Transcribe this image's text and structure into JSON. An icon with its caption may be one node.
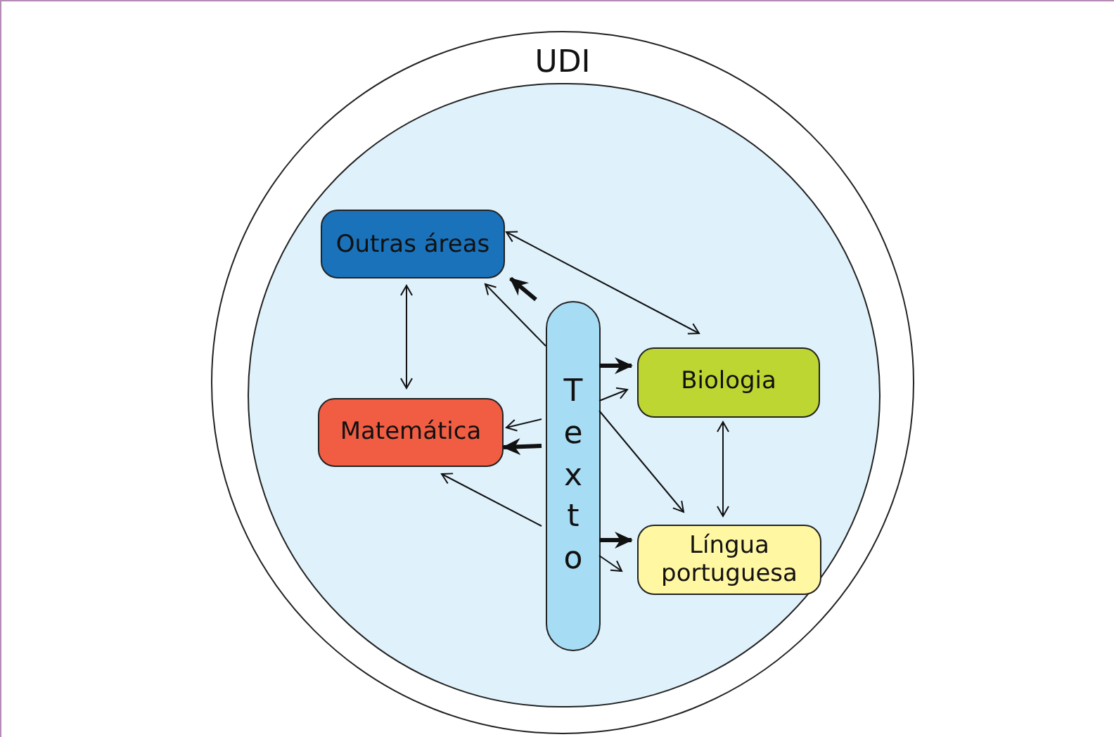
{
  "diagram": {
    "nodes": [
      {
        "text": [
          "UDI"
        ]
      },
      {
        "text": [],
        "shape": "circle",
        "in": 0
      },
      {
        "text": [
          "Outras áreas"
        ],
        "in": 1
      },
      {
        "text": [
          "Biologia"
        ],
        "in": 1
      },
      {
        "text": [
          "Matemática"
        ],
        "in": 1
      },
      {
        "text": [
          "Texto"
        ],
        "in": 1
      },
      {
        "text": [
          "Língua portuguesa"
        ],
        "in": 1
      }
    ],
    "edges": [
      {
        "from": 5,
        "to": 2,
        "arrow": "to",
        "style": "thick"
      },
      {
        "from": 5,
        "to": 2,
        "arrow": "to"
      },
      {
        "from": 2,
        "to": 3,
        "arrow": "both"
      },
      {
        "from": 2,
        "to": 4,
        "arrow": "both"
      },
      {
        "from": 5,
        "to": 3,
        "arrow": "to",
        "style": "thick"
      },
      {
        "from": 5,
        "to": 3,
        "arrow": "to"
      },
      {
        "from": 5,
        "to": 4,
        "arrow": "to"
      },
      {
        "from": 5,
        "to": 4,
        "arrow": "to",
        "style": "thick"
      },
      {
        "from": 5,
        "to": 4,
        "arrow": "to"
      },
      {
        "from": 5,
        "to": 6,
        "arrow": "to"
      },
      {
        "from": 3,
        "to": 6,
        "arrow": "both"
      },
      {
        "from": 5,
        "to": 6,
        "arrow": "to",
        "style": "thick"
      },
      {
        "from": 5,
        "to": 6,
        "arrow": "to"
      }
    ]
  }
}
